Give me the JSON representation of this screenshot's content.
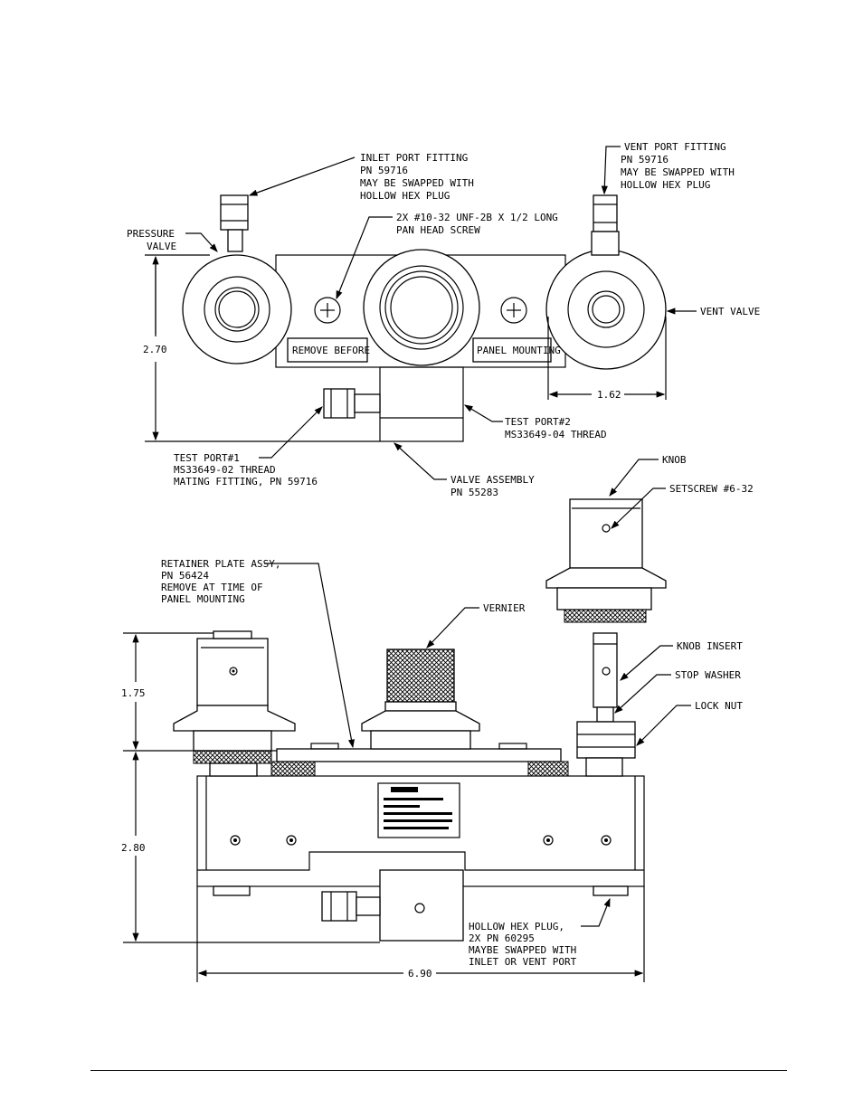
{
  "top_view": {
    "inlet_port": [
      "INLET PORT FITTING",
      "PN 59716",
      "MAY BE SWAPPED WITH",
      "HOLLOW HEX PLUG"
    ],
    "vent_port": [
      "VENT PORT FITTING",
      "PN 59716",
      "MAY BE SWAPPED WITH",
      "HOLLOW HEX PLUG"
    ],
    "screw": [
      "2X #10-32 UNF-2B X 1/2 LONG",
      "PAN HEAD SCREW"
    ],
    "pressure_valve": [
      "PRESSURE",
      "VALVE"
    ],
    "vent_valve": "VENT VALVE",
    "remove_before": "REMOVE BEFORE",
    "panel_mounting": "PANEL MOUNTING",
    "dim_height": "2.70",
    "dim_width": "1.62",
    "test_port_2": [
      "TEST PORT#2",
      "MS33649-04 THREAD"
    ],
    "test_port_1": [
      "TEST PORT#1",
      "MS33649-02 THREAD",
      "MATING FITTING, PN 59716"
    ],
    "valve_assembly": [
      "VALVE ASSEMBLY",
      "PN 55283"
    ]
  },
  "front_view": {
    "knob": "KNOB",
    "setscrew": "SETSCREW #6-32",
    "retainer": [
      "RETAINER PLATE ASSY,",
      "PN 56424",
      "REMOVE AT TIME OF",
      "PANEL MOUNTING"
    ],
    "vernier": "VERNIER",
    "knob_insert": "KNOB INSERT",
    "stop_washer": "STOP WASHER",
    "lock_nut": "LOCK NUT",
    "dim_upper": "1.75",
    "dim_lower": "2.80",
    "dim_width": "6.90",
    "hollow_hex": [
      "HOLLOW HEX PLUG,",
      "2X PN 60295",
      "MAYBE SWAPPED WITH",
      "INLET OR VENT PORT"
    ]
  }
}
